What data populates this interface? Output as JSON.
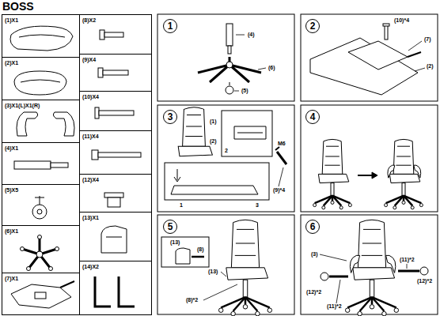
{
  "diagram": {
    "title": "BOSS",
    "nodes": [
      {
        "text": [
          "(1)X1"
        ]
      },
      {
        "text": [
          "(2)X1"
        ]
      },
      {
        "text": [
          "(3)X1(L)X1(R)"
        ]
      },
      {
        "text": [
          "(4)X1"
        ]
      },
      {
        "text": [
          "(5)X5"
        ]
      },
      {
        "text": [
          "(6)X1"
        ]
      },
      {
        "text": [
          "(7)X1"
        ]
      },
      {
        "text": [
          "(8)X2"
        ]
      },
      {
        "text": [
          "(9)X4"
        ]
      },
      {
        "text": [
          "(10)X4"
        ]
      },
      {
        "text": [
          "(11)X4"
        ]
      },
      {
        "text": [
          "(12)X4"
        ]
      },
      {
        "text": [
          "(13)X1"
        ]
      },
      {
        "text": [
          "(14)X2"
        ]
      },
      {
        "text": [
          "1"
        ]
      },
      {
        "text": [
          "2"
        ]
      },
      {
        "text": [
          "3"
        ]
      },
      {
        "text": [
          "4"
        ]
      },
      {
        "text": [
          "5"
        ]
      },
      {
        "text": [
          "6"
        ]
      }
    ],
    "labels": [
      "(4)",
      "(6)",
      "(5)",
      "(10)*4",
      "(7)",
      "(2)",
      "(1)",
      "(2)",
      "2",
      "M6",
      "1",
      "3",
      "(9)*4",
      "(13)",
      "(8)",
      "(13)",
      "(8)*2",
      "(3)",
      "(11)*2",
      "(12)*2",
      "(12)*2",
      "(11)*2"
    ]
  }
}
